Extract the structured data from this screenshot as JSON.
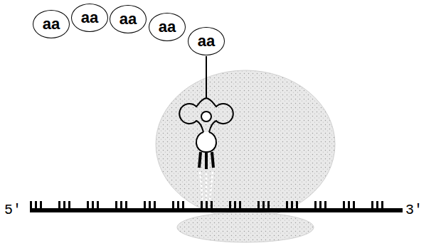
{
  "diagram": {
    "nodes": [
      {
        "text": [
          "aa"
        ]
      },
      {
        "text": [
          "aa"
        ]
      },
      {
        "text": [
          "aa"
        ]
      },
      {
        "text": [
          "aa"
        ]
      },
      {
        "text": [
          "aa"
        ]
      }
    ],
    "labels": [
      "5′",
      "3′"
    ]
  }
}
